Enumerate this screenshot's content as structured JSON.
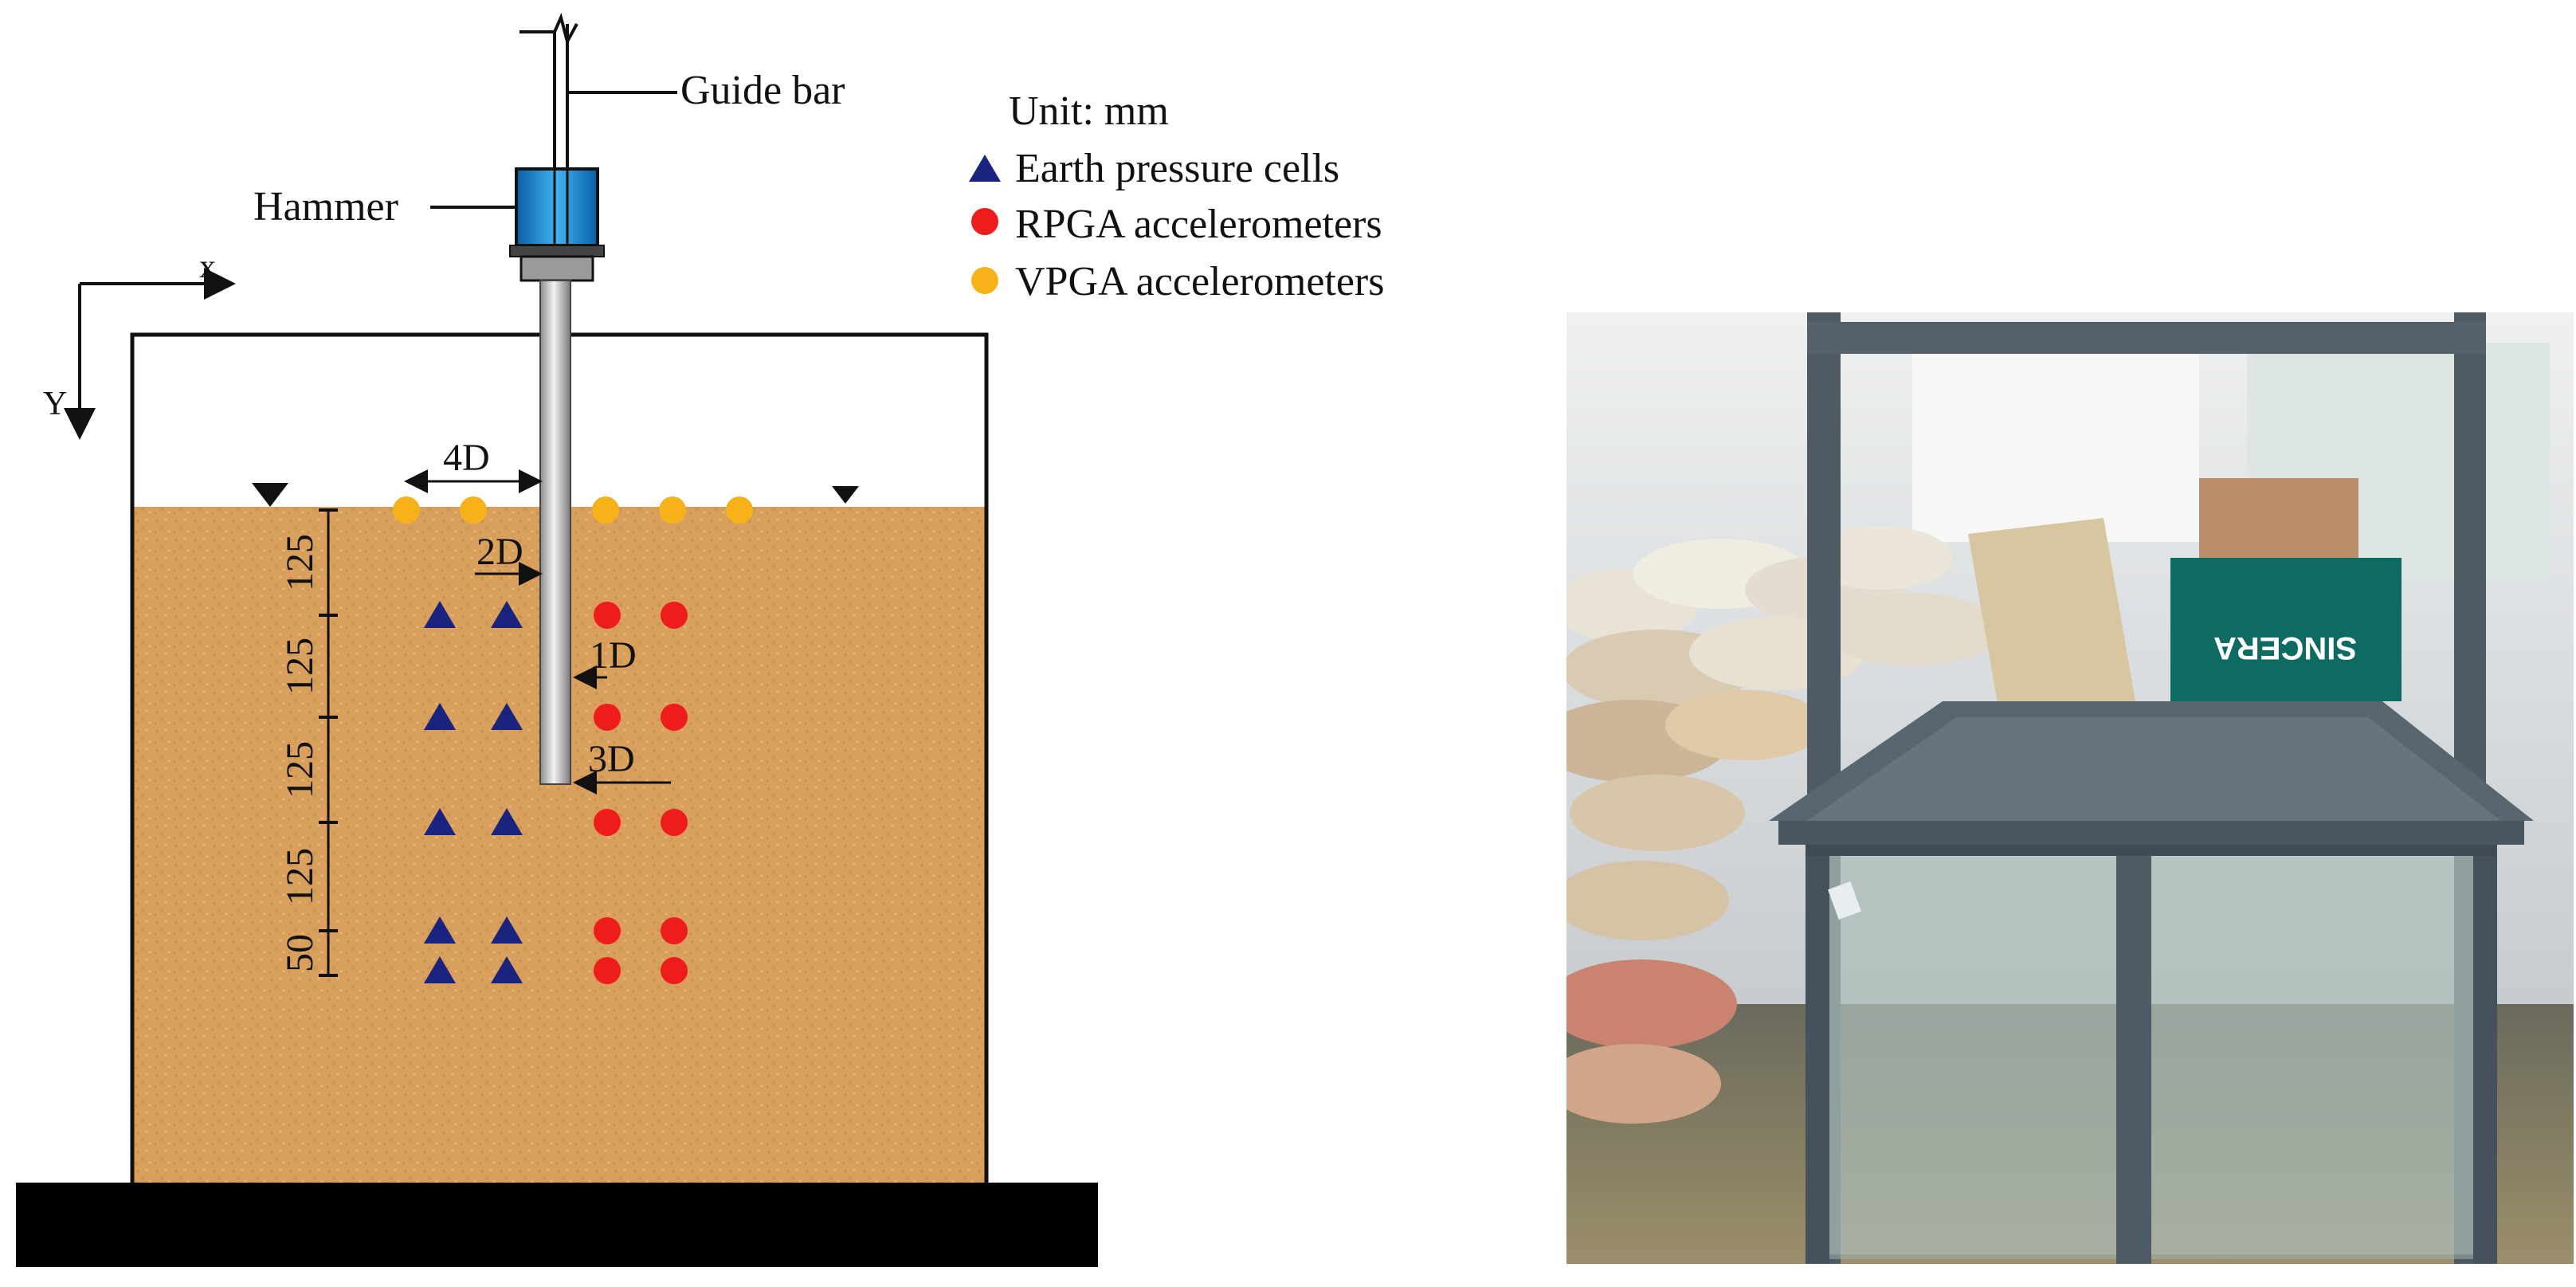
{
  "labels": {
    "guide_bar": "Guide bar",
    "hammer": "Hammer",
    "axis_x": "x",
    "axis_y": "Y",
    "dist_4d": "4D",
    "dist_2d": "2D",
    "dist_1d": "1D",
    "dist_3d": "3D"
  },
  "legend": {
    "unit": "Unit: mm",
    "items": [
      {
        "label": "Earth pressure cells",
        "marker": "triangle",
        "color": "#1a237e"
      },
      {
        "label": "RPGA accelerometers",
        "marker": "circle",
        "color": "#ee1c1c"
      },
      {
        "label": "VPGA accelerometers",
        "marker": "circle",
        "color": "#f7b21a"
      }
    ]
  },
  "depth_dimensions": [
    "125",
    "125",
    "125",
    "125",
    "50"
  ],
  "colors": {
    "sand": "#d8a05c",
    "earth_cell": "#1a237e",
    "rpga": "#ee1c1c",
    "vpga": "#f7b21a",
    "hammer": "#1f8fd6",
    "base": "#000000"
  },
  "photo": {
    "sign_text": "SINCERA"
  }
}
